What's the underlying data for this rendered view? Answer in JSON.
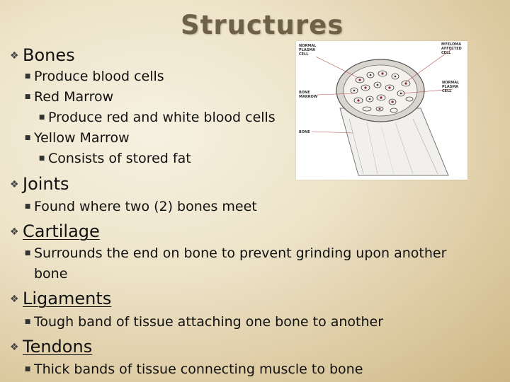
{
  "title": "Structures",
  "sections": {
    "bones": {
      "heading": "Bones",
      "items": [
        "Produce blood cells",
        "Red Marrow",
        "Produce red and white blood cells",
        "Yellow Marrow",
        "Consists of stored fat"
      ]
    },
    "joints": {
      "heading": "Joints",
      "items": [
        "Found where two (2) bones meet"
      ]
    },
    "cartilage": {
      "heading": "Cartilage",
      "items": [
        "Surrounds the end on bone to prevent grinding upon another",
        "bone"
      ]
    },
    "ligaments": {
      "heading": "Ligaments",
      "items": [
        "Tough band of tissue attaching one bone to another"
      ]
    },
    "tendons": {
      "heading": "Tendons",
      "items": [
        "Thick bands of tissue connecting muscle to bone"
      ]
    }
  },
  "diagram": {
    "labels": {
      "normal_plasma_cell_top": [
        "NORMAL",
        "PLASMA",
        "CELL"
      ],
      "myeloma_affected_cell": [
        "MYELOMA",
        "AFFECTED",
        "CELL"
      ],
      "normal_plasma_cell_right": [
        "NORMAL",
        "PLASMA",
        "CELL"
      ],
      "bone_marrow": [
        "BONE",
        "MARROW"
      ],
      "bone": [
        "BONE"
      ]
    }
  },
  "colors": {
    "title": "#6e6147",
    "background": "#ede3c8"
  }
}
